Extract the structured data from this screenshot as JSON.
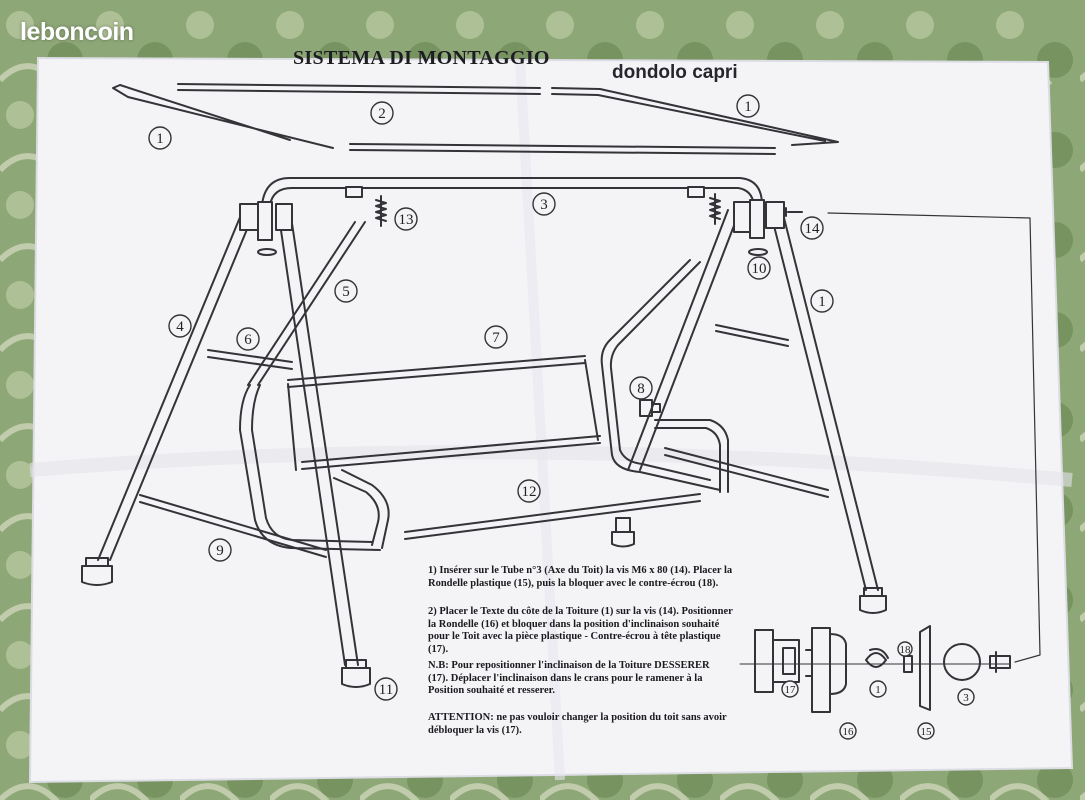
{
  "brand": {
    "logo_text": "leboncoin"
  },
  "sheet": {
    "title": "SISTEMA DI MONTAGGIO",
    "subtitle": "dondolo capri"
  },
  "labels": {
    "roof_left": "1",
    "roof_center": "2",
    "roof_right": "1",
    "top_bar": "3",
    "left_leg": "4",
    "hanger_arm": "5",
    "left_cross_bar": "6",
    "seat_back": "7",
    "end_cap": "8",
    "bottom_cross_bar": "9",
    "washer": "10",
    "foot_cap": "11",
    "seat_frame": "12",
    "spring": "13",
    "screw": "14",
    "right_leg": "1",
    "detail_nut": "17",
    "detail_knob": "16",
    "detail_tube_end": "1",
    "detail_small_washer": "18",
    "detail_plastic_washer": "15",
    "detail_tube": "3"
  },
  "instructions": {
    "step1": "1) Insérer sur le Tube n°3 (Axe du Toit) la vis M6 x 80 (14). Placer la Rondelle plastique (15), puis la bloquer avec le contre-écrou (18).",
    "step2": "2) Placer le Texte du côte de la Toiture (1) sur la vis (14). Positionner la Rondelle (16) et bloquer dans la position d'inclinaison souhaité pour le Toit avec la pièce plastique - Contre-écrou à tête plastique (17).",
    "nb": "N.B: Pour repositionner l'inclinaison de la Toiture DESSERER (17). Déplacer l'inclinaison dans le crans pour le ramener à la Position souhaité et resserer.",
    "attention": "ATTENTION: ne pas vouloir changer la position du toit sans avoir débloquer la vis (17)."
  },
  "colors": {
    "paper": "#f4f4f7",
    "ink": "#333338",
    "background": "#7f9a6a",
    "logo": "#ffffff"
  }
}
